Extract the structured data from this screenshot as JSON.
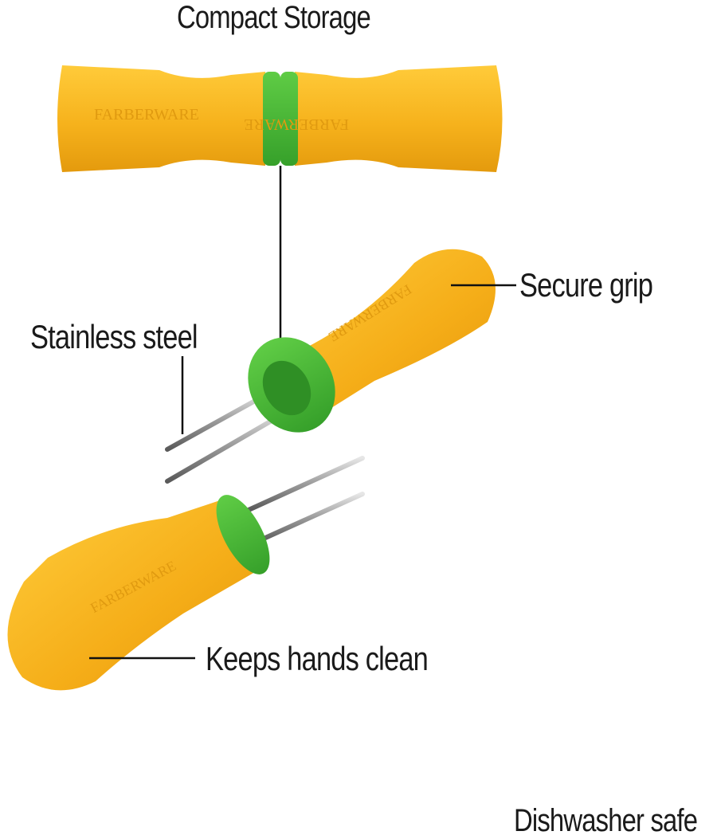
{
  "labels": {
    "title": "Compact Storage",
    "secure_grip": "Secure grip",
    "stainless_steel": "Stainless steel",
    "keeps_hands_clean": "Keeps hands clean",
    "dishwasher_safe": "Dishwasher safe"
  },
  "brand": "FARBERWARE",
  "colors": {
    "handle": "#f5b31c",
    "handle_shade": "#e39a0c",
    "band": "#4cbb3a",
    "steel": "#b5b5b5",
    "text": "#1a1a1a"
  }
}
